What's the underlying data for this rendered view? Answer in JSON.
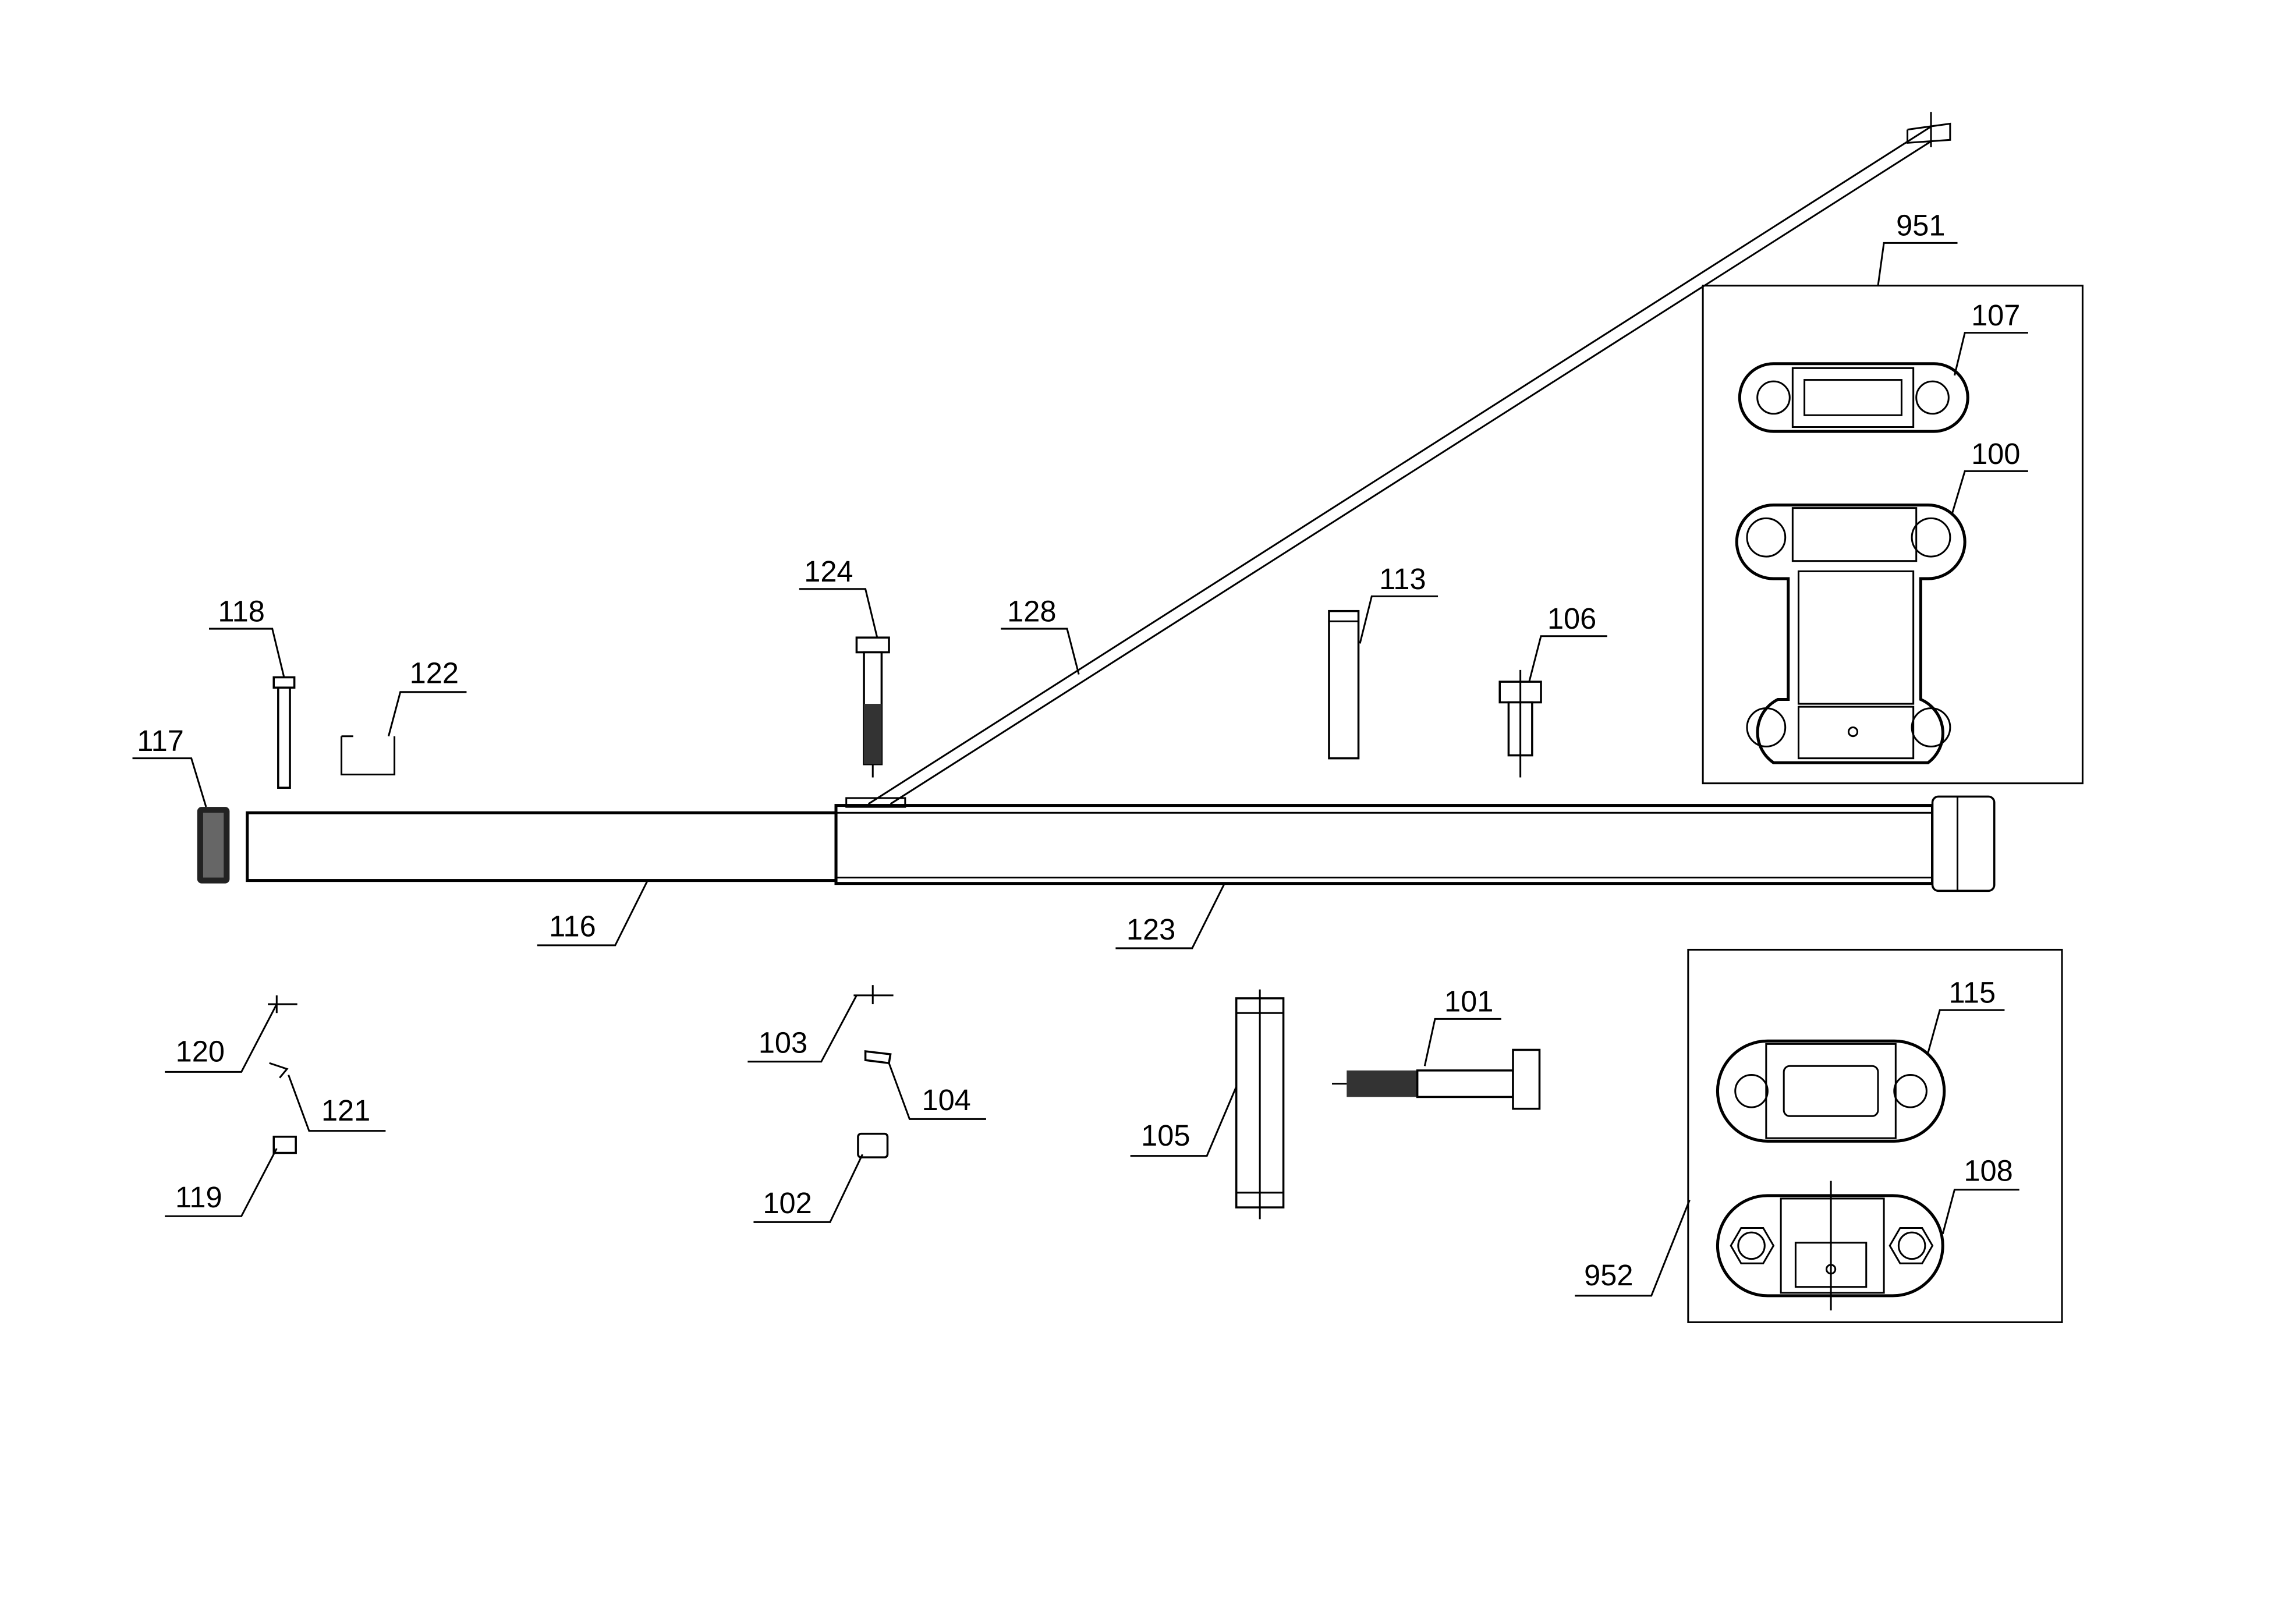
{
  "diagram": {
    "type": "exploded parts diagram",
    "callouts": {
      "c951": "951",
      "c107": "107",
      "c100": "100",
      "c124": "124",
      "c128": "128",
      "c113": "113",
      "c106": "106",
      "c118": "118",
      "c122": "122",
      "c117": "117",
      "c116": "116",
      "c123": "123",
      "c120": "120",
      "c121": "121",
      "c119": "119",
      "c103": "103",
      "c104": "104",
      "c102": "102",
      "c105": "105",
      "c101": "101",
      "c115": "115",
      "c108": "108",
      "c952": "952"
    }
  }
}
